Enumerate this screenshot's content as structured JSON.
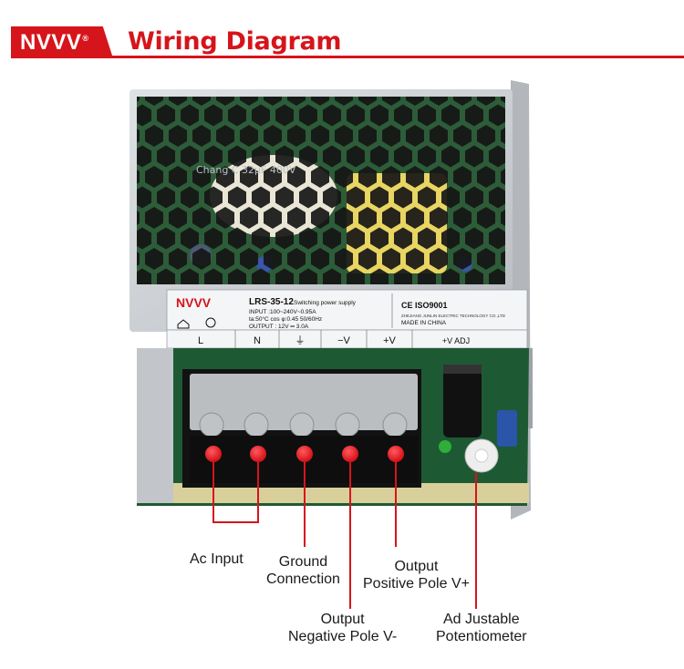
{
  "header": {
    "brand": "NVVV",
    "title": "Wiring Diagram"
  },
  "label_plate": {
    "brand": "NVVV",
    "model": "LRS-35-12",
    "type": "Switching power supply",
    "input_line": "INPUT       :100~240V~0.95A",
    "ta_line": "ta:50°C  cos φ:0.45  50/60Hz",
    "output_line": "OUTPUT      : 12V ═ 3.0A",
    "cert": "CE ISO9001",
    "company": "ZHEJIANG JUNLIN ELECTRIC TECHNOLOGY CO.,LTD",
    "made_in": "MADE IN CHINA"
  },
  "terminals": [
    "L",
    "N",
    "⏚",
    "−V",
    "+V",
    "+V ADJ"
  ],
  "capacitor_text": "Chang C  32μF 400V",
  "callouts": {
    "ac_input": "Ac Input",
    "ground": [
      "Ground",
      "Connection"
    ],
    "output_negative": [
      "Output",
      "Negative Pole V-"
    ],
    "output_positive": [
      "Output",
      "Positive Pole V+"
    ],
    "potentiometer": [
      "Ad Justable",
      "Potentiometer"
    ]
  },
  "colors": {
    "accent": "#d6141b",
    "case": "#c9ccd0",
    "pcb": "#1f6b3a"
  }
}
